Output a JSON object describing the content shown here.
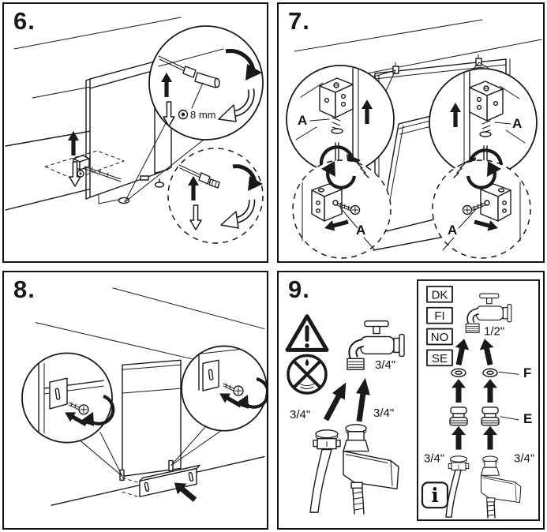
{
  "colors": {
    "ink": "#1a1a1a",
    "paper": "#ffffff"
  },
  "panel6": {
    "number": "6.",
    "socket_size": "8 mm"
  },
  "panel7": {
    "number": "7.",
    "bracket_label": "A"
  },
  "panel8": {
    "number": "8."
  },
  "panel9": {
    "number": "9.",
    "main": {
      "tap_size": "3/4\"",
      "left_hose_size": "3/4\"",
      "right_hose_size": "3/4\""
    },
    "inset": {
      "countries": [
        "DK",
        "FI",
        "NO",
        "SE"
      ],
      "tap_size": "1/2\"",
      "seal_label": "F",
      "adapter_label": "E",
      "left_hose_size": "3/4\"",
      "right_hose_size": "3/4\"",
      "info_symbol": "i"
    }
  }
}
